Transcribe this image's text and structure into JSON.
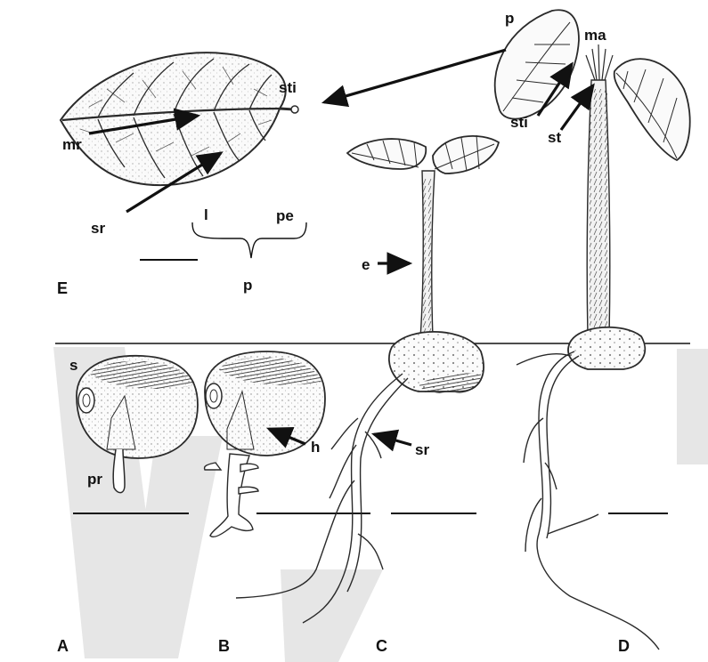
{
  "panels": {
    "A": "A",
    "B": "B",
    "C": "C",
    "D": "D",
    "E": "E"
  },
  "labels": {
    "p_top": "p",
    "ma": "ma",
    "sti_top": "sti",
    "st": "st",
    "sti_leaf": "sti",
    "mr": "mr",
    "sr_leaf": "sr",
    "l": "l",
    "pe": "pe",
    "p_bracket": "p",
    "e": "e",
    "s": "s",
    "pr": "pr",
    "h": "h",
    "sr_root": "sr"
  },
  "colors": {
    "ink": "#2a2a2a",
    "watermark": "#e6e6e6",
    "background": "#ffffff"
  }
}
